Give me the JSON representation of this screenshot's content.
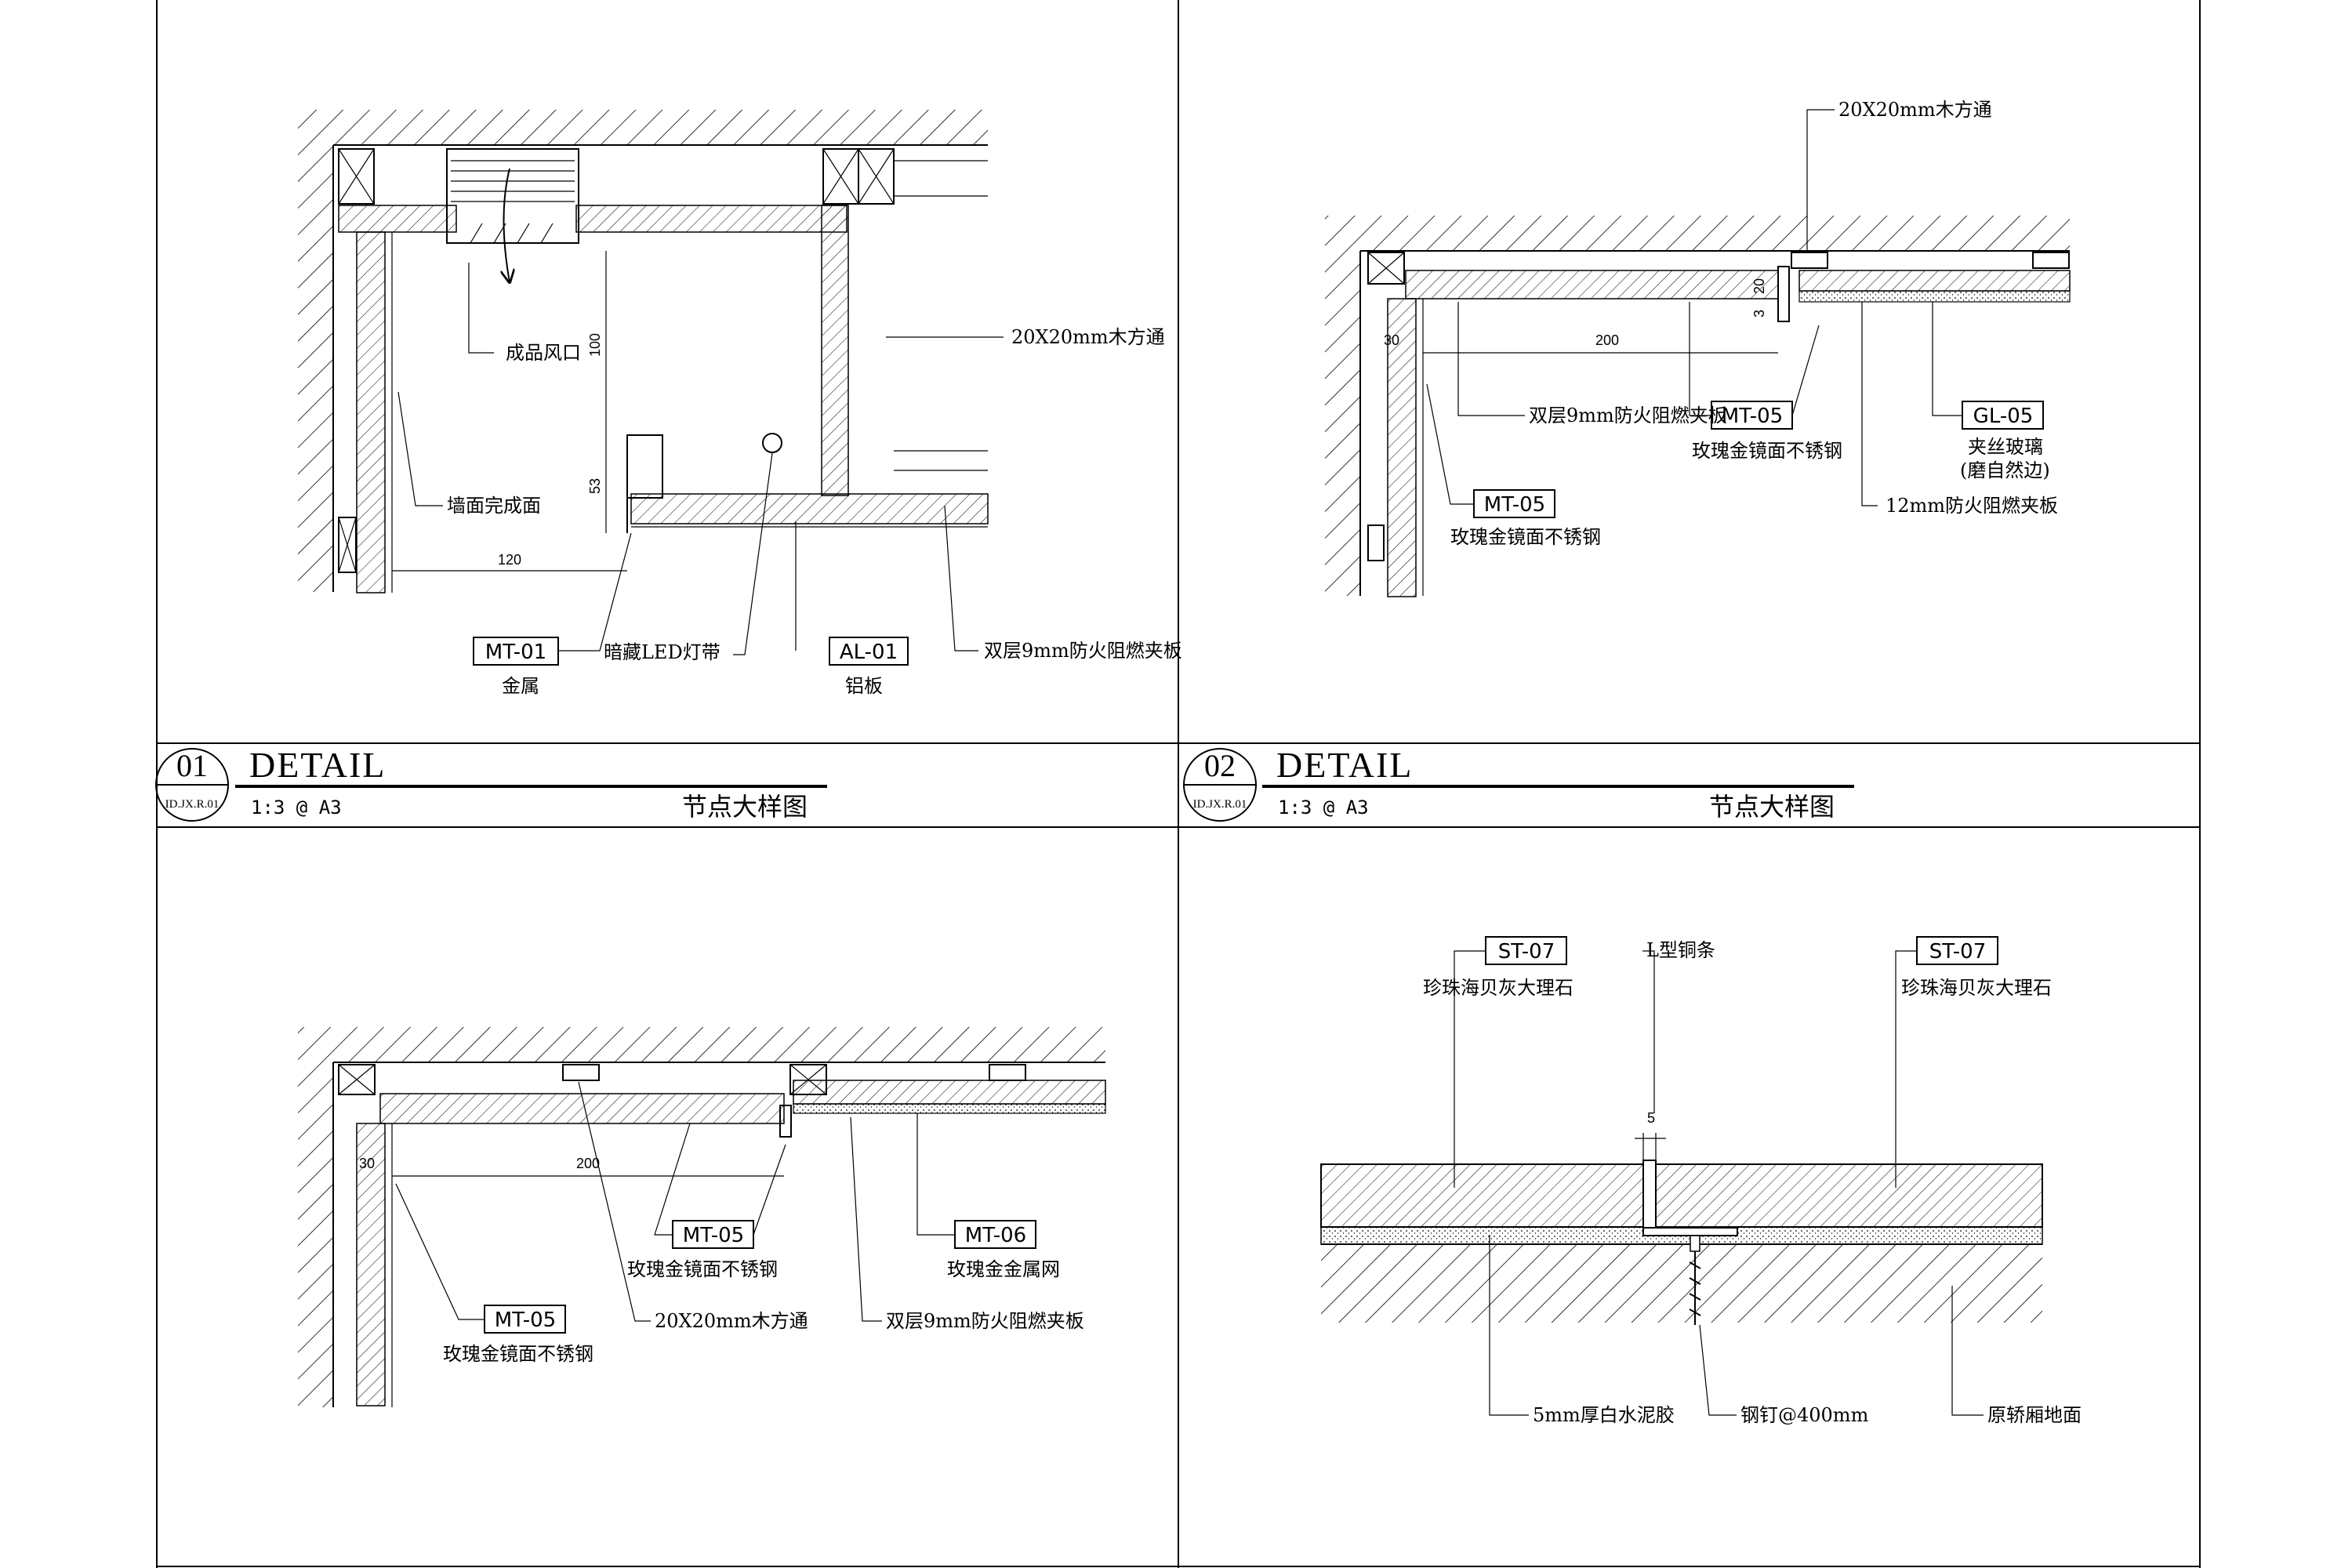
{
  "panels": [
    {
      "number": "01",
      "title": "DETAIL",
      "scale": "1:3 @ A3",
      "ref": "ID.JX.R.01",
      "name_cn": "节点大样图"
    },
    {
      "number": "02",
      "title": "DETAIL",
      "scale": "1:3 @ A3",
      "ref": "ID.JX.R.01",
      "name_cn": "节点大样图"
    }
  ],
  "detail1": {
    "vent": "成品风口",
    "wall_finish": "墙面完成面",
    "wood": "20X20mm木方通",
    "tag1": "MT-01",
    "tag1_desc": "金属",
    "led": "暗藏LED灯带",
    "tag2": "AL-01",
    "tag2_desc": "铝板",
    "board": "双层9mm防火阻燃夹板",
    "dim_100": "100",
    "dim_53": "53",
    "dim_120": "120"
  },
  "detail2": {
    "wood": "20X20mm木方通",
    "board": "双层9mm防火阻燃夹板",
    "tag1": "MT-05",
    "tag1_desc": "玫瑰金镜面不锈钢",
    "tag2": "GL-05",
    "tag2_desc": "夹丝玻璃",
    "tag2_desc2": "(磨自然边)",
    "board12": "12mm防火阻燃夹板",
    "tag3": "MT-05",
    "tag3_desc": "玫瑰金镜面不锈钢",
    "dim_200": "200",
    "dim_30": "30",
    "dim_20": "20",
    "dim_3": "3"
  },
  "detail3": {
    "tag1": "MT-05",
    "tag1_desc": "玫瑰金镜面不锈钢",
    "tag2": "MT-06",
    "tag2_desc": "玫瑰金金属网",
    "tag3": "MT-05",
    "tag3_desc": "玫瑰金镜面不锈钢",
    "wood": "20X20mm木方通",
    "board": "双层9mm防火阻燃夹板",
    "dim_200": "200",
    "dim_30": "30"
  },
  "detail4": {
    "tag1": "ST-07",
    "tag1_desc": "珍珠海贝灰大理石",
    "strip": "L型铜条",
    "tag2": "ST-07",
    "tag2_desc": "珍珠海贝灰大理石",
    "dim_5": "5",
    "mortar": "5mm厚白水泥胶",
    "nail": "钢钉@400mm",
    "floor": "原轿厢地面"
  }
}
